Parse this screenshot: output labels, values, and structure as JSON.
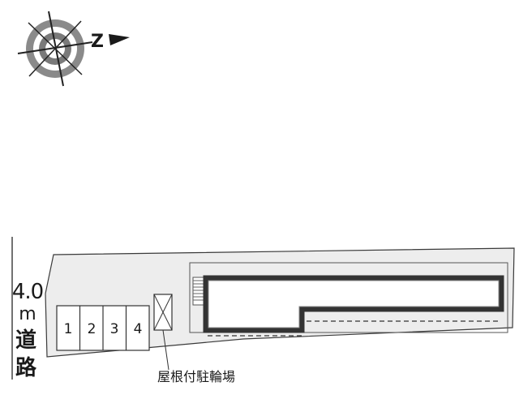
{
  "compass": {
    "north_label": "Z"
  },
  "road": {
    "width_label": "4.0",
    "unit_label": "m",
    "name_char1": "道",
    "name_char2": "路"
  },
  "parking": {
    "spaces": [
      "1",
      "2",
      "3",
      "4"
    ]
  },
  "bike_parking": {
    "label": "屋根付駐輪場"
  },
  "colors": {
    "lot_fill": "#ededed",
    "line": "#3a3a3a",
    "building_outline": "#333333"
  }
}
